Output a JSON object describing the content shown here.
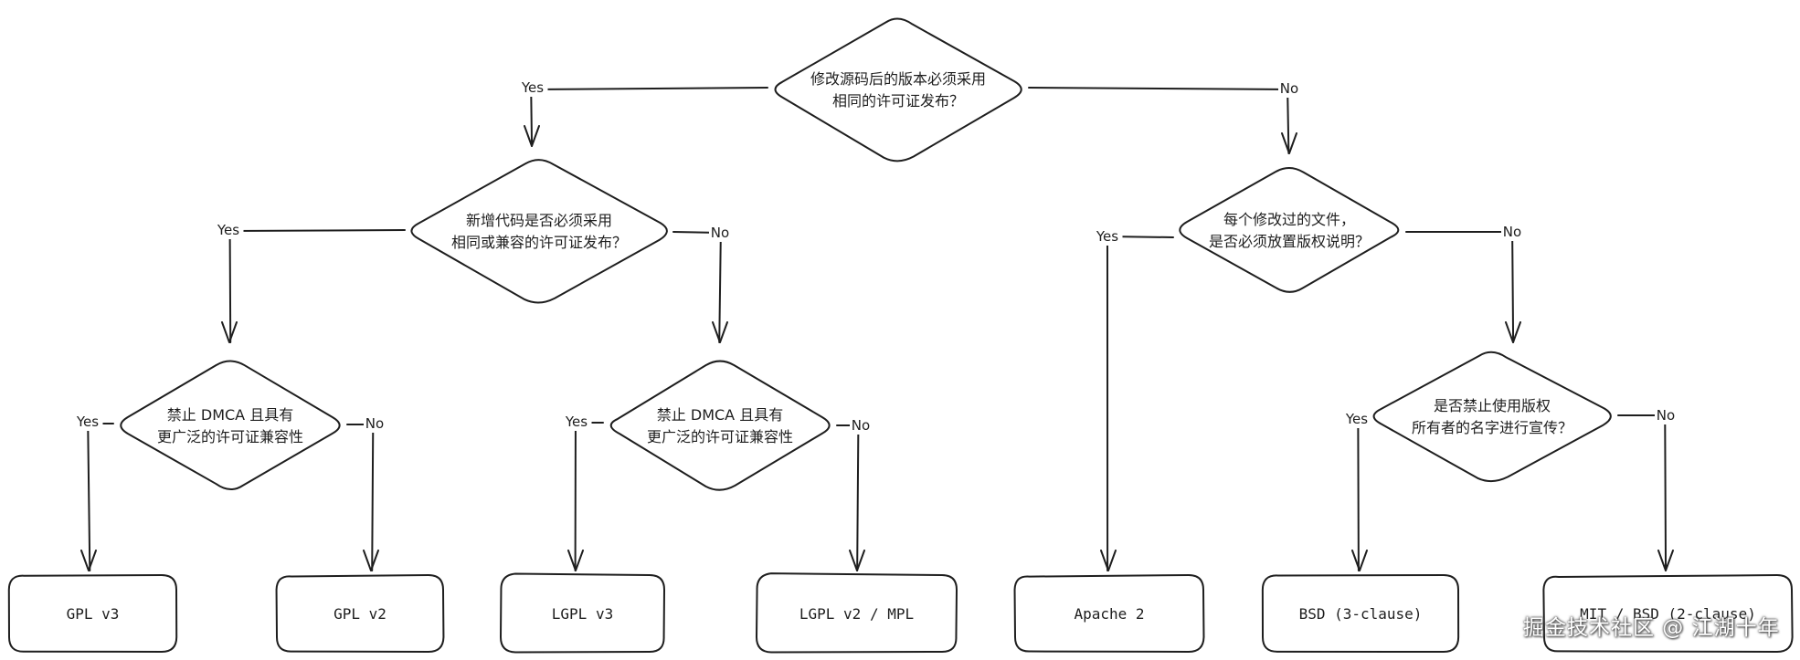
{
  "diagram": {
    "nodes": {
      "q_root": {
        "lines": [
          "修改源码后的版本必须采用",
          "相同的许可证发布？"
        ]
      },
      "q_new_code": {
        "lines": [
          "新增代码是否必须采用",
          "相同或兼容的许可证发布？"
        ]
      },
      "q_file_notice": {
        "lines": [
          "每个修改过的文件，",
          "是否必须放置版权说明？"
        ]
      },
      "q_dmca_left": {
        "lines": [
          "禁止 DMCA 且具有",
          "更广泛的许可证兼容性"
        ]
      },
      "q_dmca_right": {
        "lines": [
          "禁止 DMCA 且具有",
          "更广泛的许可证兼容性"
        ]
      },
      "q_owner_name": {
        "lines": [
          "是否禁止使用版权",
          "所有者的名字进行宣传？"
        ]
      },
      "gplv3": {
        "lines": [
          "GPL v3"
        ]
      },
      "gplv2": {
        "lines": [
          "GPL v2"
        ]
      },
      "lgplv3": {
        "lines": [
          "LGPL v3"
        ]
      },
      "lgplv2_mpl": {
        "lines": [
          "LGPL v2 / MPL"
        ]
      },
      "apache2": {
        "lines": [
          "Apache 2"
        ]
      },
      "bsd3": {
        "lines": [
          "BSD (3-clause)"
        ]
      },
      "mit_bsd2": {
        "lines": [
          "MIT / BSD (2-clause)"
        ]
      }
    },
    "edges": [
      {
        "from": "q_root",
        "to": "q_new_code",
        "label": "Yes"
      },
      {
        "from": "q_root",
        "to": "q_file_notice",
        "label": "No"
      },
      {
        "from": "q_new_code",
        "to": "q_dmca_left",
        "label": "Yes"
      },
      {
        "from": "q_new_code",
        "to": "q_dmca_right",
        "label": "No"
      },
      {
        "from": "q_dmca_left",
        "to": "gplv3",
        "label": "Yes"
      },
      {
        "from": "q_dmca_left",
        "to": "gplv2",
        "label": "No"
      },
      {
        "from": "q_dmca_right",
        "to": "lgplv3",
        "label": "Yes"
      },
      {
        "from": "q_dmca_right",
        "to": "lgplv2_mpl",
        "label": "No"
      },
      {
        "from": "q_file_notice",
        "to": "apache2",
        "label": "Yes"
      },
      {
        "from": "q_file_notice",
        "to": "q_owner_name",
        "label": "No"
      },
      {
        "from": "q_owner_name",
        "to": "bsd3",
        "label": "Yes"
      },
      {
        "from": "q_owner_name",
        "to": "mit_bsd2",
        "label": "No"
      }
    ]
  },
  "watermark": "掘金技术社区 @ 江湖十年"
}
